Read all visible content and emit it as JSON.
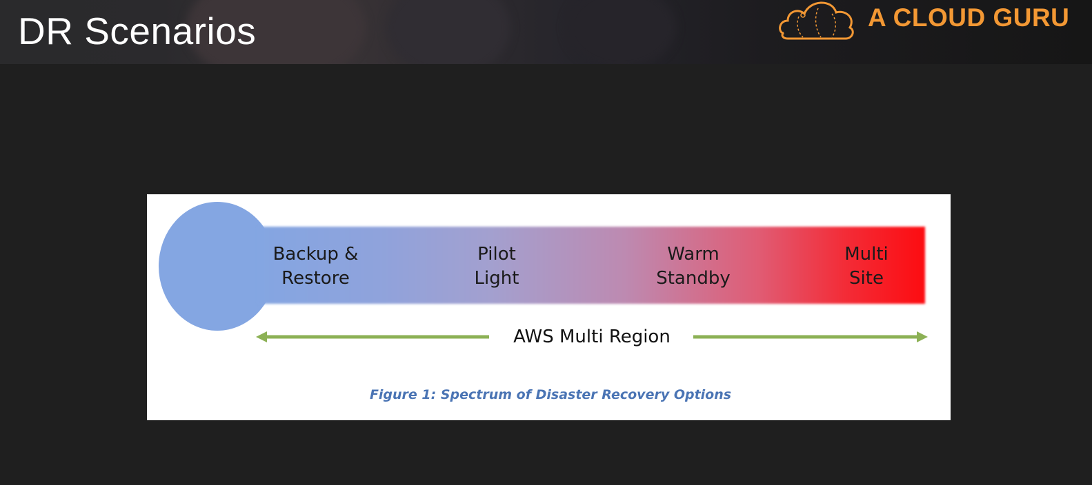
{
  "header": {
    "title": "DR Scenarios",
    "brand": "A CLOUD GURU",
    "brand_icon": "cloud-logo-icon",
    "brand_color": "#f39834"
  },
  "figure": {
    "options": [
      {
        "line1": "Backup &",
        "line2": "Restore"
      },
      {
        "line1": "Pilot",
        "line2": "Light"
      },
      {
        "line1": "Warm",
        "line2": "Standby"
      },
      {
        "line1": "Multi",
        "line2": "Site"
      }
    ],
    "range_label": "AWS Multi Region",
    "caption": "Figure 1:  Spectrum of Disaster Recovery Options",
    "colors": {
      "start": "#84a6e2",
      "end": "#fd0c11",
      "arrow": "#8cb155",
      "caption": "#4a74b4"
    }
  }
}
